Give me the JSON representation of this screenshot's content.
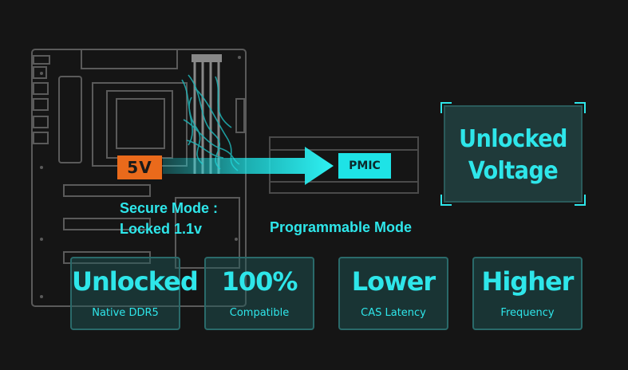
{
  "badge_5v": "5V",
  "pmic_label": "PMIC",
  "secure_mode": {
    "line1": "Secure Mode :",
    "line2": "Locked 1.1v"
  },
  "programmable_mode": "Programmable Mode",
  "voltage_box": {
    "line1": "Unlocked",
    "line2": "Voltage"
  },
  "features": [
    {
      "title": "Unlocked",
      "subtitle": "Native DDR5"
    },
    {
      "title": "100%",
      "subtitle": "Compatible"
    },
    {
      "title": "Lower",
      "subtitle": "CAS Latency"
    },
    {
      "title": "Higher",
      "subtitle": "Frequency"
    }
  ],
  "colors": {
    "accent": "#2ee6ea",
    "badge": "#ea6a1b",
    "background": "#151515"
  }
}
